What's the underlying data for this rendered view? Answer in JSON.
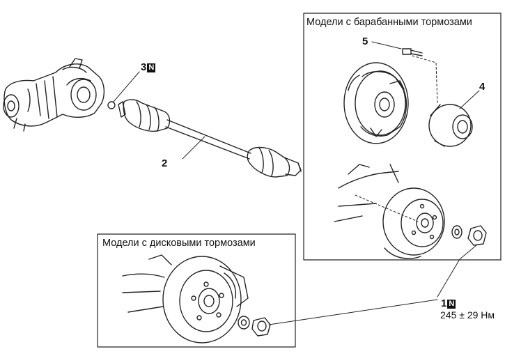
{
  "panels": {
    "drum": {
      "title": "Модели с барабанными тормозами"
    },
    "disc": {
      "title": "Модели с дисковыми тормозами"
    }
  },
  "callouts": {
    "nut": {
      "number": "1",
      "badge": "N",
      "torque": "245 ± 29 Нм"
    },
    "drive_shaft": {
      "number": "2"
    },
    "snap_ring": {
      "number": "3",
      "badge": "N"
    },
    "hub_bearing": {
      "number": "4"
    },
    "hub_bolt": {
      "number": "5"
    }
  }
}
